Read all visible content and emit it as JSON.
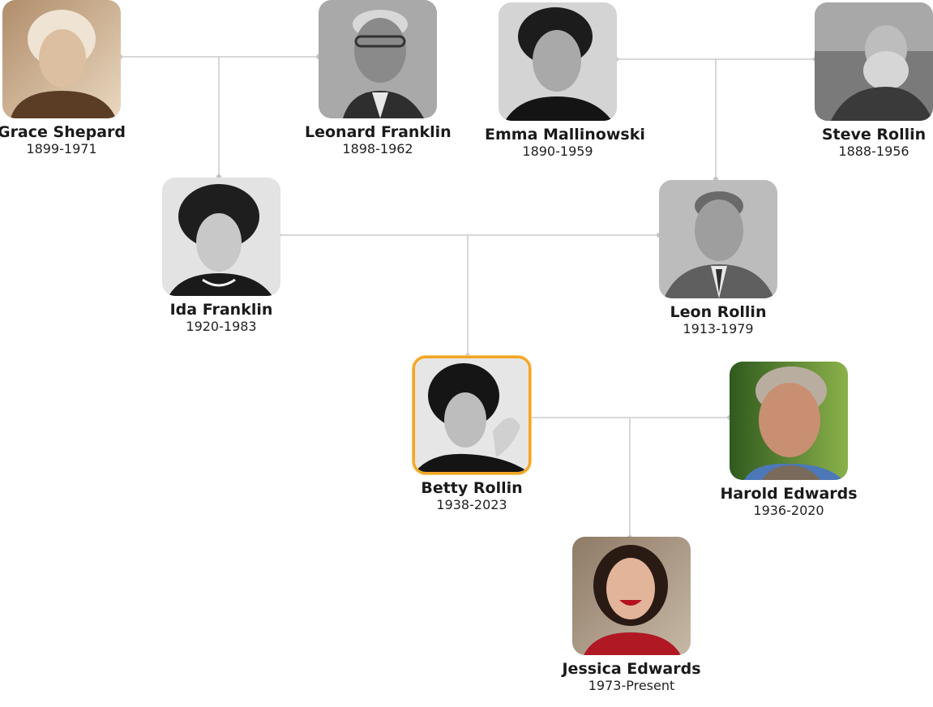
{
  "colors": {
    "line": "#cccccc",
    "focus_border": "#f2a623"
  },
  "people": {
    "grace": {
      "name": "Grace Shepard",
      "years": "1899-1971"
    },
    "leonard": {
      "name": "Leonard Franklin",
      "years": "1898-1962"
    },
    "emma": {
      "name": "Emma Mallinowski",
      "years": "1890-1959"
    },
    "steve": {
      "name": "Steve Rollin",
      "years": "1888-1956"
    },
    "ida": {
      "name": "Ida Franklin",
      "years": "1920-1983"
    },
    "leon": {
      "name": "Leon Rollin",
      "years": "1913-1979"
    },
    "betty": {
      "name": "Betty Rollin",
      "years": "1938-2023"
    },
    "harold": {
      "name": "Harold Edwards",
      "years": "1936-2020"
    },
    "jessica": {
      "name": "Jessica Edwards",
      "years": "1973-Present"
    }
  }
}
